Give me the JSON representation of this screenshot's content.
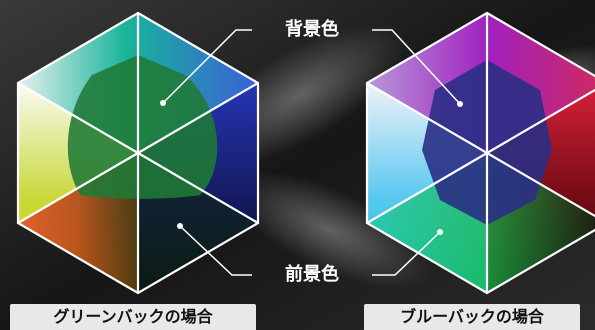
{
  "labels": {
    "background_color": "背景色",
    "foreground_color": "前景色"
  },
  "captions": {
    "green_back": "グリーンバックの場合",
    "blue_back": "ブルーバックの場合"
  }
}
